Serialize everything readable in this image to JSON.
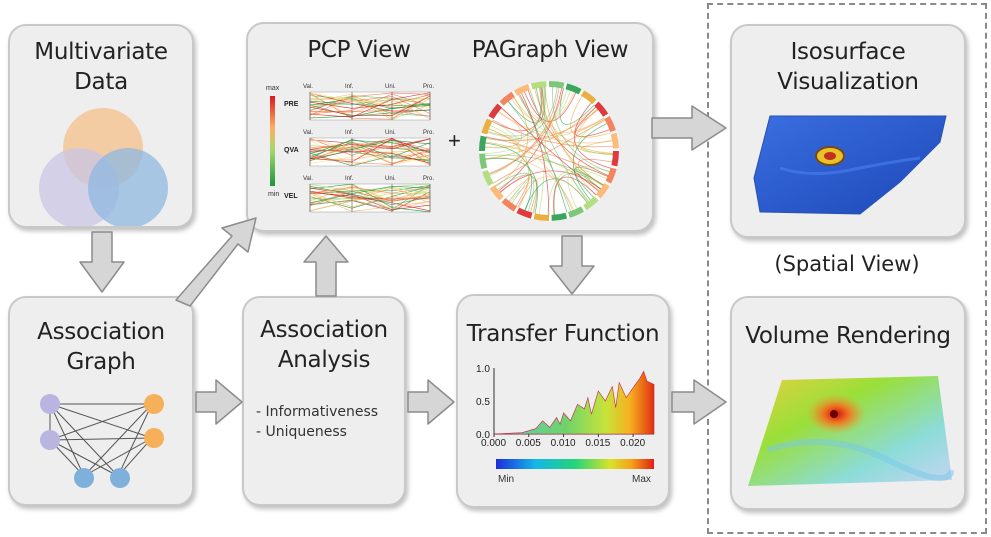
{
  "boxes": {
    "multivariate": {
      "title_line1": "Multivariate",
      "title_line2": "Data"
    },
    "association_graph": {
      "title_line1": "Association",
      "title_line2": "Graph"
    },
    "association_analysis": {
      "title_line1": "Association",
      "title_line2": "Analysis",
      "items": [
        "- Informativeness",
        "- Uniqueness"
      ]
    },
    "pcp_view": {
      "title": "PCP  View",
      "axis_labels": [
        "Val.",
        "Inf.",
        "Uni.",
        "Pro."
      ],
      "rows": [
        "PRE",
        "QVA",
        "VEL"
      ],
      "colorbar_max": "max",
      "colorbar_min": "min"
    },
    "plus_sign": "+",
    "pagraph_view": {
      "title": "PAGraph View"
    },
    "transfer_function": {
      "title": "Transfer Function",
      "y_ticks": [
        "1.0",
        "0.5",
        "0.0"
      ],
      "x_ticks": [
        "0.000",
        "0.005",
        "0.010",
        "0.015",
        "0.020"
      ],
      "colorbar_min": "Min",
      "colorbar_max": "Max"
    },
    "isosurface": {
      "title_line1": "Isosurface",
      "title_line2": "Visualization"
    },
    "volume_rendering": {
      "title": "Volume Rendering"
    },
    "spatial_view_label": "(Spatial View)"
  },
  "colors": {
    "box_bg": "#eeeeee",
    "box_border": "#c8c8c8",
    "arrow_fill": "#d6d6d6",
    "arrow_stroke": "#8c8c8c",
    "venn_orange": "#f5c08a",
    "venn_blue": "#8db8e0",
    "venn_purple": "#c9c6e6",
    "node_purple": "#b9b5e0",
    "node_orange": "#f6b05a",
    "node_blue": "#7fb0dc"
  },
  "chart_data": {
    "type": "area",
    "title": "Transfer Function",
    "xlim": [
      0.0,
      0.023
    ],
    "ylim": [
      0.0,
      1.0
    ],
    "x_ticks": [
      0.0,
      0.005,
      0.01,
      0.015,
      0.02
    ],
    "y_ticks": [
      0.0,
      0.5,
      1.0
    ],
    "x": [
      0.0,
      0.004,
      0.006,
      0.007,
      0.008,
      0.009,
      0.0095,
      0.01,
      0.011,
      0.012,
      0.013,
      0.0135,
      0.014,
      0.015,
      0.016,
      0.017,
      0.0175,
      0.018,
      0.019,
      0.02,
      0.021,
      0.0215,
      0.022,
      0.023
    ],
    "y": [
      0.0,
      0.02,
      0.08,
      0.2,
      0.1,
      0.25,
      0.15,
      0.32,
      0.2,
      0.45,
      0.38,
      0.55,
      0.3,
      0.65,
      0.5,
      0.72,
      0.4,
      0.78,
      0.55,
      0.7,
      0.85,
      0.95,
      0.8,
      0.75
    ]
  }
}
